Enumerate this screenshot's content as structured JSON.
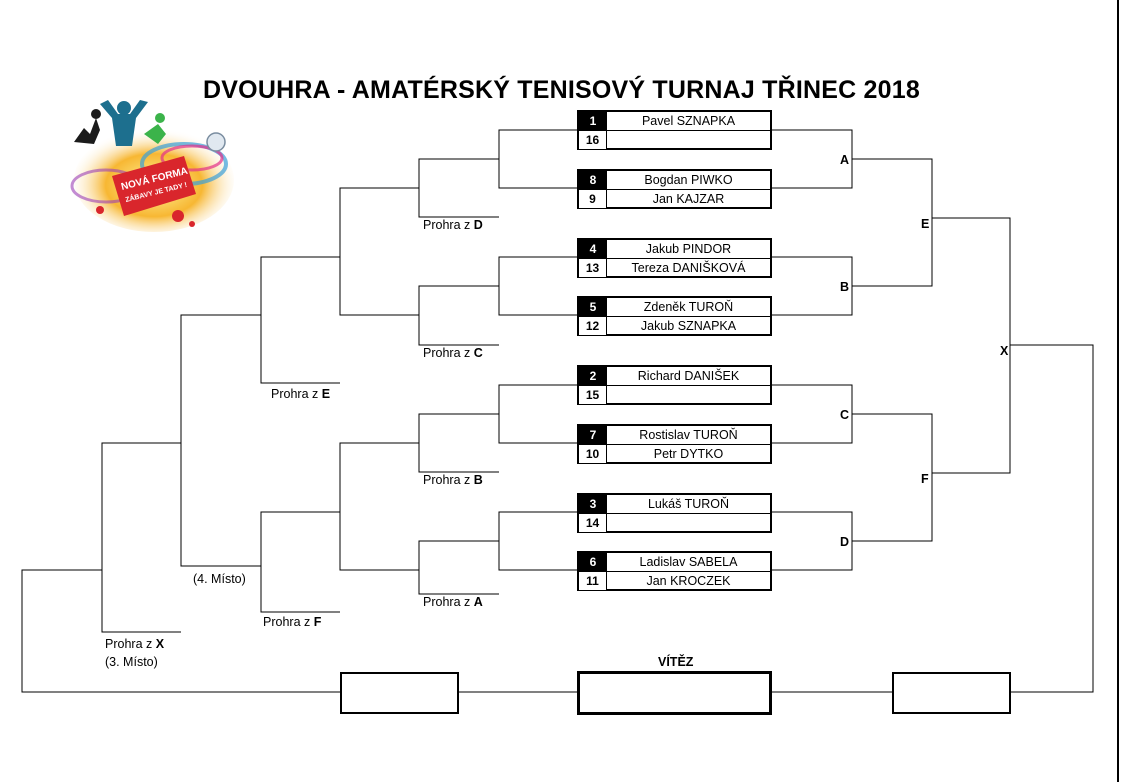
{
  "title": "DVOUHRA - AMATÉRSKÝ TENISOVÝ TURNAJ TŘINEC 2018",
  "logo": {
    "line1": "NOVÁ FORMA",
    "line2": "ZÁBAVY JE TADY !"
  },
  "matches": [
    {
      "top_seed": "1",
      "top_name": "Pavel SZNAPKA",
      "bottom_seed": "16",
      "bottom_name": ""
    },
    {
      "top_seed": "8",
      "top_name": "Bogdan PIWKO",
      "bottom_seed": "9",
      "bottom_name": "Jan KAJZAR"
    },
    {
      "top_seed": "4",
      "top_name": "Jakub PINDOR",
      "bottom_seed": "13",
      "bottom_name": "Tereza DANIŠKOVÁ"
    },
    {
      "top_seed": "5",
      "top_name": "Zdeněk TUROŇ",
      "bottom_seed": "12",
      "bottom_name": "Jakub SZNAPKA"
    },
    {
      "top_seed": "2",
      "top_name": "Richard DANIŠEK",
      "bottom_seed": "15",
      "bottom_name": ""
    },
    {
      "top_seed": "7",
      "top_name": "Rostislav TUROŇ",
      "bottom_seed": "10",
      "bottom_name": "Petr DYTKO"
    },
    {
      "top_seed": "3",
      "top_name": "Lukáš TUROŇ",
      "bottom_seed": "14",
      "bottom_name": ""
    },
    {
      "top_seed": "6",
      "top_name": "Ladislav SABELA",
      "bottom_seed": "11",
      "bottom_name": "Jan KROCZEK"
    }
  ],
  "round_letters": {
    "a": "A",
    "b": "B",
    "c": "C",
    "d": "D",
    "e": "E",
    "f": "F",
    "x": "X"
  },
  "loser_labels": {
    "prefix": "Prohra z",
    "d": "D",
    "c": "C",
    "b": "B",
    "a": "A",
    "e": "E",
    "f": "F",
    "x": "X"
  },
  "place_labels": {
    "fourth": "(4. Místo)",
    "third": "(3. Místo)"
  },
  "winner_label": "VÍTĚZ",
  "final_slots": {
    "left": "",
    "winner": "",
    "right": ""
  }
}
